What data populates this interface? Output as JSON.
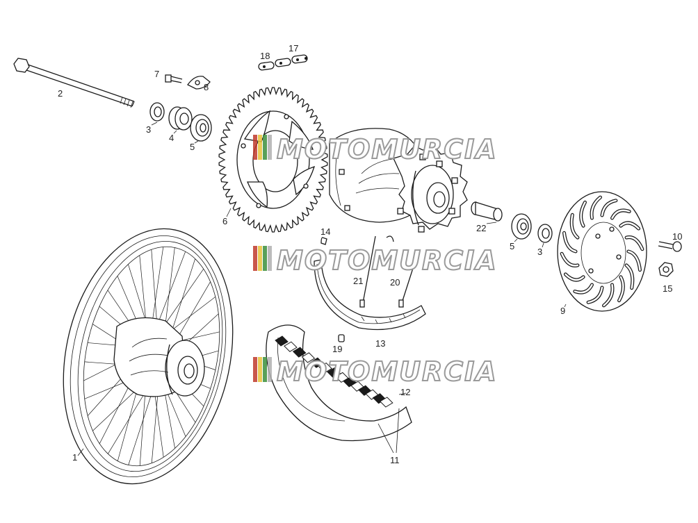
{
  "callouts": [
    "1",
    "2",
    "3",
    "4",
    "5",
    "6",
    "7",
    "8",
    "3",
    "5",
    "22",
    "9",
    "10",
    "15",
    "11",
    "12",
    "13",
    "14",
    "17",
    "18",
    "19",
    "20",
    "21"
  ],
  "watermark": {
    "text": "MOTOMURCIA",
    "stripe_colors": [
      "#c0392b",
      "#e8c23a",
      "#3c8f3c",
      "#b0b0b0"
    ]
  }
}
